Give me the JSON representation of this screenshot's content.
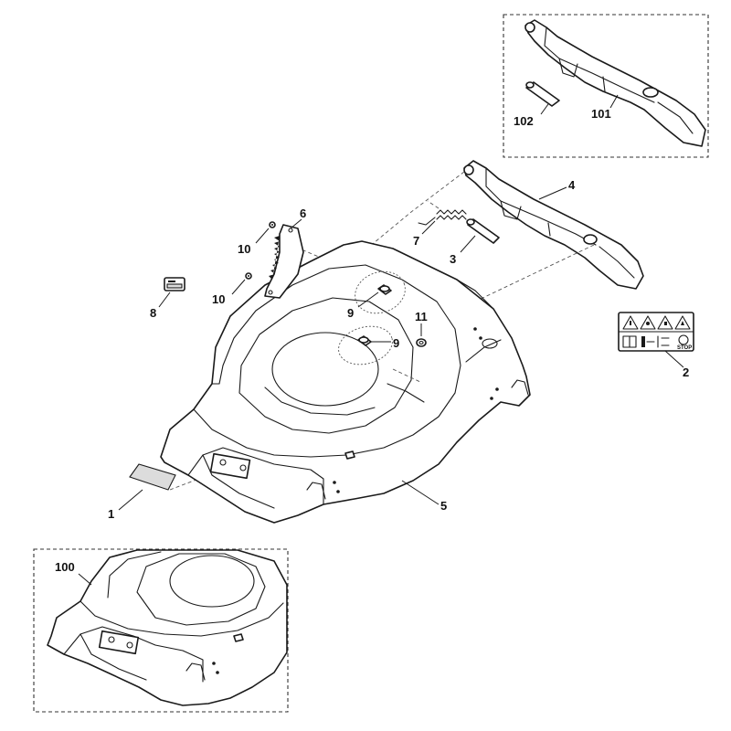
{
  "callouts": {
    "c1": "1",
    "c2": "2",
    "c3": "3",
    "c4": "4",
    "c5": "5",
    "c6": "6",
    "c7": "7",
    "c8": "8",
    "c9a": "9",
    "c9b": "9",
    "c10a": "10",
    "c10b": "10",
    "c11": "11",
    "c100": "100",
    "c101": "101",
    "c102": "102"
  },
  "warning_sticker": {
    "stop_text": "STOP"
  },
  "colors": {
    "line": "#1a1a1a",
    "background": "#ffffff",
    "shade": "#dcdcdc"
  }
}
